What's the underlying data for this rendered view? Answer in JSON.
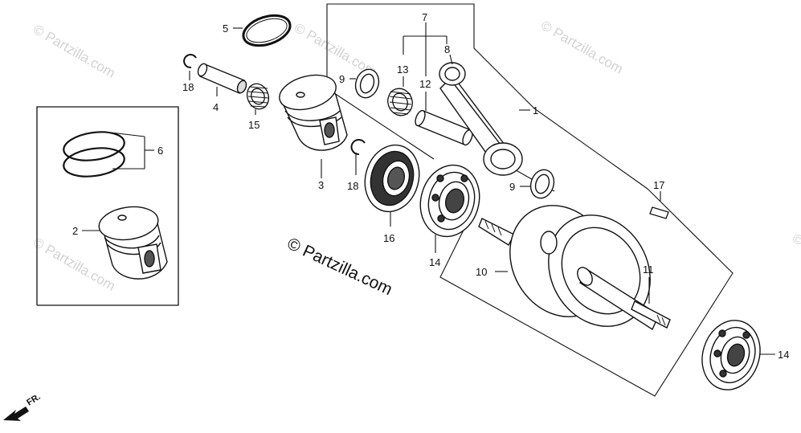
{
  "diagram": {
    "callouts": {
      "c1": "1",
      "c2": "2",
      "c3": "3",
      "c4": "4",
      "c5": "5",
      "c6": "6",
      "c7": "7",
      "c8": "8",
      "c9a": "9",
      "c9b": "9",
      "c10": "10",
      "c11": "11",
      "c12": "12",
      "c13": "13",
      "c14a": "14",
      "c14b": "14",
      "c15": "15",
      "c16": "16",
      "c17": "17",
      "c18a": "18",
      "c18b": "18"
    },
    "direction_label": "FR.",
    "watermark_main": "© Partzilla.com",
    "watermark_faint": "© Partzilla.com"
  }
}
